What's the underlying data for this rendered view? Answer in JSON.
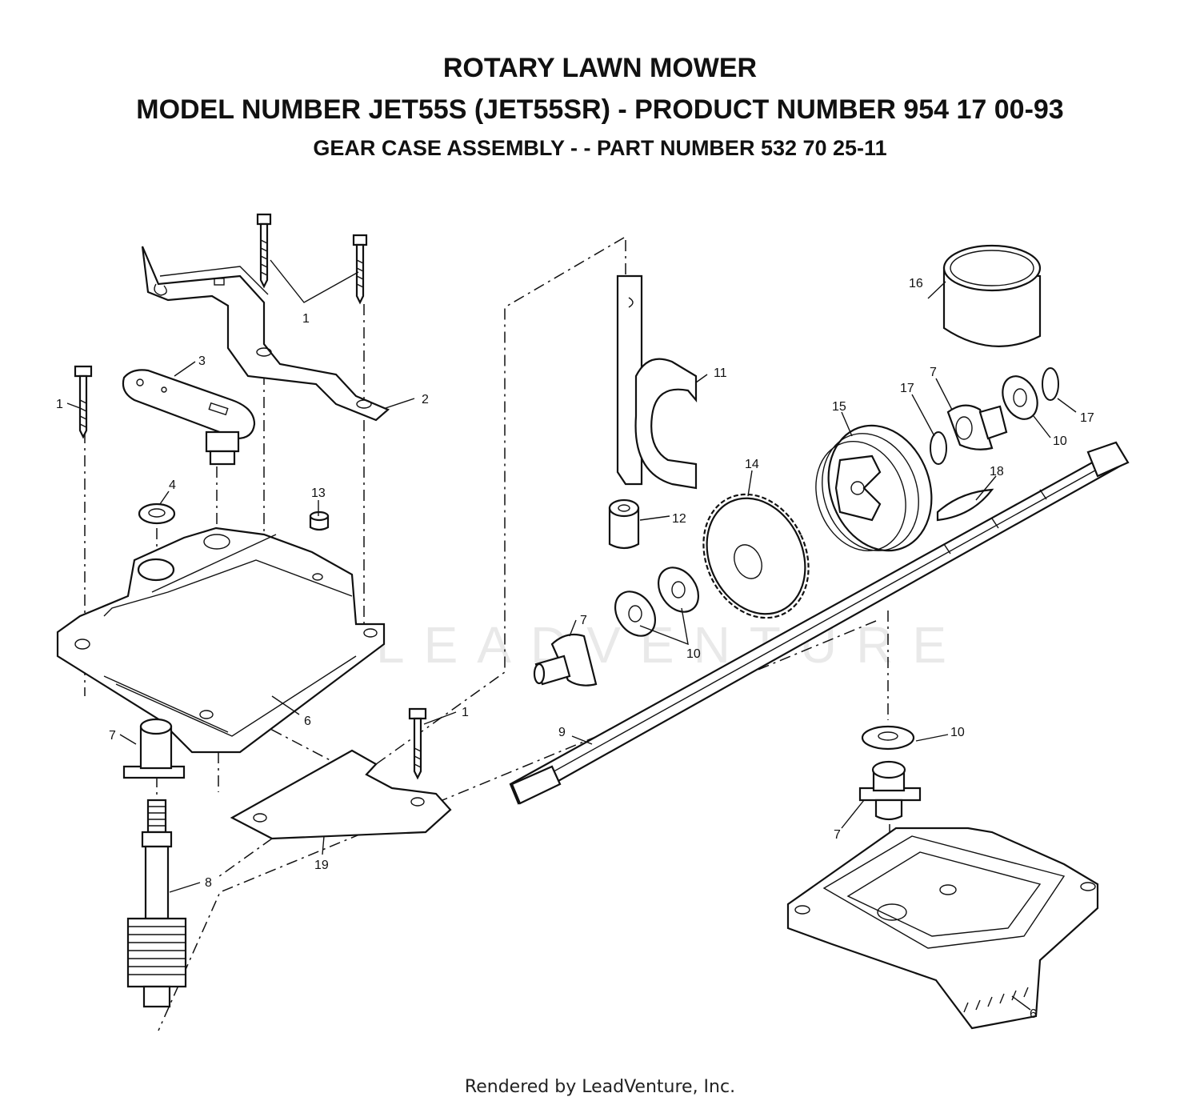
{
  "header": {
    "title": "ROTARY LAWN MOWER",
    "model_line": "MODEL NUMBER JET55S (JET55SR) - PRODUCT NUMBER 954 17 00-93",
    "assembly_line": "GEAR CASE ASSEMBLY - - PART NUMBER 532 70 25-11"
  },
  "watermark": {
    "text": "LEADVENTURE"
  },
  "callouts": {
    "c1a": "1",
    "c1b": "1",
    "c1c": "1",
    "c2": "2",
    "c3": "3",
    "c4": "4",
    "c6a": "6",
    "c6b": "6",
    "c7a": "7",
    "c7b": "7",
    "c7c": "7",
    "c7d": "7",
    "c8": "8",
    "c9": "9",
    "c10a": "10",
    "c10b": "10",
    "c10c": "10",
    "c11": "11",
    "c12": "12",
    "c13": "13",
    "c14": "14",
    "c15": "15",
    "c16": "16",
    "c17a": "17",
    "c17b": "17",
    "c18": "18",
    "c19": "19"
  },
  "footer": {
    "text": "Rendered by LeadVenture, Inc."
  }
}
